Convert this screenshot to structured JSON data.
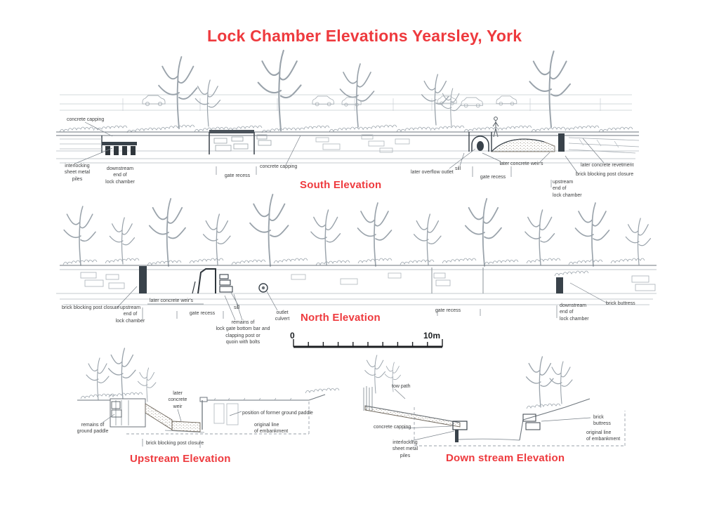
{
  "title": "Lock Chamber Elevations Yearsley, York",
  "accent_color": "#ee3a3e",
  "south": {
    "heading": "South Elevation",
    "labels": {
      "concrete_capping_left": "concrete capping",
      "interlocking_piles": "interlocking\nsheet metal\npiles",
      "downstream_end": "downstream\nend of\nlock chamber",
      "gate_recess_left": "gate recess",
      "concrete_capping_mid": "concrete capping",
      "later_overflow_outlet": "later overflow outlet",
      "sill": "sill",
      "later_concrete_weirs": "later concrete weir's",
      "gate_recess_right": "gate recess",
      "later_concrete_revetment": "later concrete revetment",
      "brick_blocking_post_closure": "brick blocking post closure",
      "upstream_end": "upstream\nend of\nlock chamber"
    }
  },
  "north": {
    "heading": "North Elevation",
    "labels": {
      "brick_blocking_post_closure": "brick blocking post closure",
      "upstream_end": "upstream\nend of\nlock chamber",
      "later_concrete_weirs": "later concrete weir's",
      "gate_recess_left": "gate recess",
      "sill": "sill",
      "gate_remains": "remains of\nlock gate bottom bar and\nclapping post or\nquoin with bolts",
      "outlet_culvert": "outlet\nculvert",
      "gate_recess_right": "gate recess",
      "downstream_end": "downstream\nend of\nlock chamber",
      "brick_buttress": "brick buttress"
    }
  },
  "upstream": {
    "heading": "Upstream Elevation",
    "labels": {
      "later_concrete_weir": "later\nconcrete\nweir",
      "former_ground_paddle": "position of former ground paddle",
      "original_line": "original line\nof embankment",
      "remains_ground_paddle": "remains of\nground paddle",
      "brick_blocking_post_closure": "brick blocking post closure"
    }
  },
  "downstream": {
    "heading": "Down stream Elevation",
    "labels": {
      "tow_path": "tow path",
      "concrete_capping": "concrete capping",
      "interlocking_piles": "interlocking\nsheet metal\npiles",
      "brick_buttress": "brick\nbuttress",
      "original_line": "original line\nof embankment"
    }
  },
  "scale_bar": {
    "start_label": "0",
    "end_label": "10m"
  }
}
